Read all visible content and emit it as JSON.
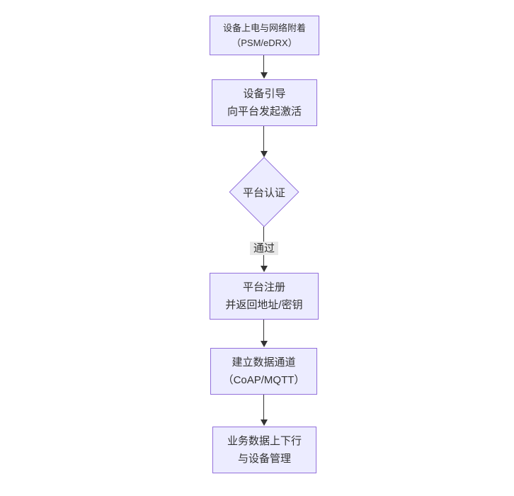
{
  "diagram": {
    "type": "flowchart",
    "direction": "top-down",
    "nodes": [
      {
        "id": "power-attach",
        "shape": "rect",
        "line1": "设备上电与网络附着",
        "line2": "（PSM/eDRX）"
      },
      {
        "id": "bootstrap",
        "shape": "rect",
        "line1": "设备引导",
        "line2": "向平台发起激活"
      },
      {
        "id": "platform-auth",
        "shape": "diamond",
        "line1": "平台认证",
        "line2": ""
      },
      {
        "id": "register",
        "shape": "rect",
        "line1": "平台注册",
        "line2": "并返回地址/密钥"
      },
      {
        "id": "data-channel",
        "shape": "rect",
        "line1": "建立数据通道",
        "line2": "（CoAP/MQTT）"
      },
      {
        "id": "business-data",
        "shape": "rect",
        "line1": "业务数据上下行",
        "line2": "与设备管理"
      }
    ],
    "edges": [
      {
        "from": "power-attach",
        "to": "bootstrap",
        "label": ""
      },
      {
        "from": "bootstrap",
        "to": "platform-auth",
        "label": ""
      },
      {
        "from": "platform-auth",
        "to": "register",
        "label": "通过"
      },
      {
        "from": "register",
        "to": "data-channel",
        "label": ""
      },
      {
        "from": "data-channel",
        "to": "business-data",
        "label": ""
      }
    ],
    "colors": {
      "node_fill": "#ECECFF",
      "node_border": "#9370DB",
      "edge_line": "#333333",
      "arrowhead": "#333333",
      "edge_label_bg": "#e8e8e8",
      "text": "#333333",
      "background": "#ffffff"
    }
  }
}
